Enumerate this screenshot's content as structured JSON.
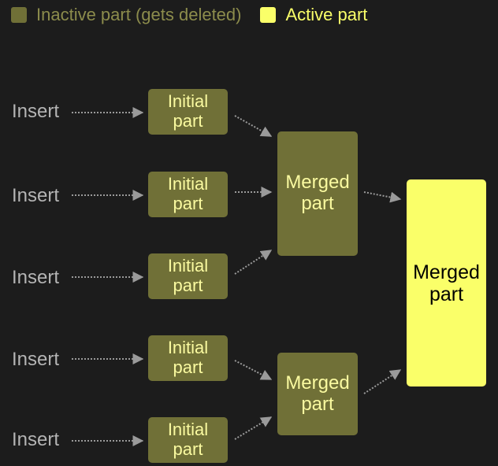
{
  "legend": {
    "inactive_label": "Inactive part (gets deleted)",
    "active_label": "Active part"
  },
  "colors": {
    "background": "#1c1c1c",
    "inactive_fill": "#707037",
    "active_fill": "#faff69",
    "inactive_text": "#fafaa0",
    "active_text": "#000000",
    "connector": "#9a9a9a",
    "insert_text": "#b4b4b4"
  },
  "inserts": [
    {
      "label": "Insert"
    },
    {
      "label": "Insert"
    },
    {
      "label": "Insert"
    },
    {
      "label": "Insert"
    },
    {
      "label": "Insert"
    }
  ],
  "initial_parts": [
    {
      "line1": "Initial",
      "line2": "part"
    },
    {
      "line1": "Initial",
      "line2": "part"
    },
    {
      "line1": "Initial",
      "line2": "part"
    },
    {
      "line1": "Initial",
      "line2": "part"
    },
    {
      "line1": "Initial",
      "line2": "part"
    }
  ],
  "merged_parts": [
    {
      "line1": "Merged",
      "line2": "part"
    },
    {
      "line1": "Merged",
      "line2": "part"
    }
  ],
  "final_part": {
    "line1": "Merged",
    "line2": "part"
  }
}
